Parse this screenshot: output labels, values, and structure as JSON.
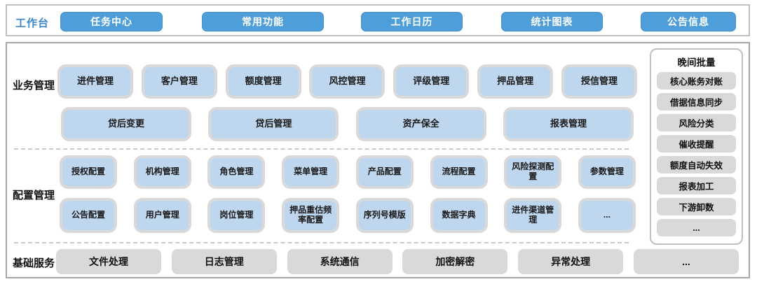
{
  "topbar": {
    "label": "工作台",
    "buttons": [
      "任务中心",
      "常用功能",
      "工作日历",
      "统计图表",
      "公告信息"
    ]
  },
  "sections": {
    "business": {
      "label": "业务管理",
      "row1": [
        "进件管理",
        "客户管理",
        "额度管理",
        "风控管理",
        "评级管理",
        "押品管理",
        "授信管理"
      ],
      "row2": [
        "贷后变更",
        "贷后管理",
        "资产保全",
        "报表管理"
      ]
    },
    "config": {
      "label": "配置管理",
      "row1": [
        "授权配置",
        "机构管理",
        "角色管理",
        "菜单管理",
        "产品配置",
        "流程配置",
        "风险探测配置",
        "参数管理"
      ],
      "row2": [
        "公告配置",
        "用户管理",
        "岗位管理",
        "押品重估频率配置",
        "序列号模版",
        "数据字典",
        "进件渠道管理",
        "..."
      ]
    },
    "base": {
      "label": "基础服务",
      "items": [
        "文件处理",
        "日志管理",
        "系统通信",
        "加密解密",
        "异常处理",
        "..."
      ]
    }
  },
  "night_batch": {
    "title": "晚间批量",
    "items": [
      "核心账务对账",
      "借据信息同步",
      "风险分类",
      "催收提醒",
      "额度自动失效",
      "报表加工",
      "下游卸数",
      "..."
    ]
  },
  "colors": {
    "top_button_blue": "#4D9ED9",
    "module_fill_blue": "#BFD7EE",
    "module_border_gray": "#D9D9D9",
    "gray_fill": "#D9D9D9",
    "workbench_label_blue": "#3E87C8",
    "outer_border_gray": "#A6A6A6"
  }
}
